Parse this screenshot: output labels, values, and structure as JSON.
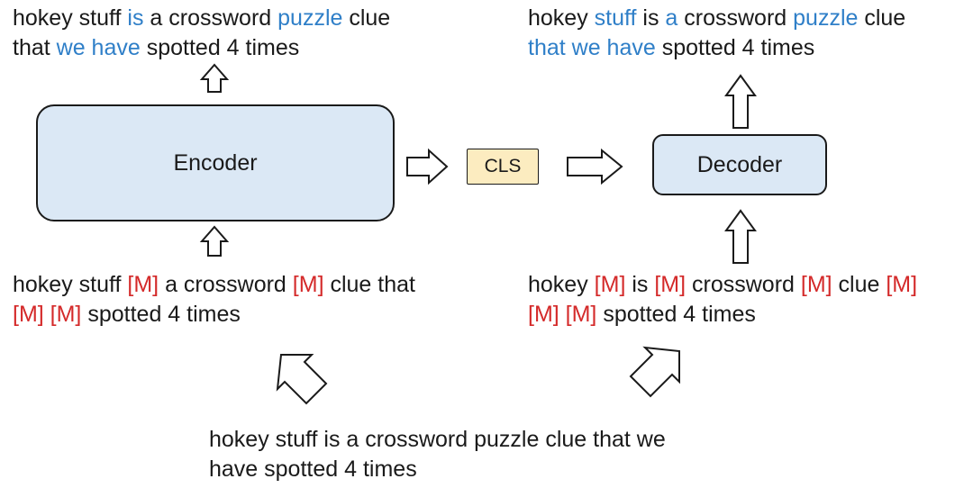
{
  "encoder": {
    "label": "Encoder"
  },
  "decoder": {
    "label": "Decoder"
  },
  "cls": {
    "label": "CLS"
  },
  "encoder_output": {
    "lines": [
      [
        {
          "text": "hokey stuff ",
          "style": "plain"
        },
        {
          "text": "is",
          "style": "pred"
        },
        {
          "text": " a crossword ",
          "style": "plain"
        },
        {
          "text": "puzzle",
          "style": "pred"
        },
        {
          "text": " clue",
          "style": "plain"
        }
      ],
      [
        {
          "text": "that ",
          "style": "plain"
        },
        {
          "text": "we have",
          "style": "pred"
        },
        {
          "text": " spotted 4 times",
          "style": "plain"
        }
      ]
    ]
  },
  "decoder_output": {
    "lines": [
      [
        {
          "text": "hokey ",
          "style": "plain"
        },
        {
          "text": "stuff",
          "style": "pred"
        },
        {
          "text": " is ",
          "style": "plain"
        },
        {
          "text": "a",
          "style": "pred"
        },
        {
          "text": " crossword ",
          "style": "plain"
        },
        {
          "text": "puzzle",
          "style": "pred"
        },
        {
          "text": " clue",
          "style": "plain"
        }
      ],
      [
        {
          "text": "that we have",
          "style": "pred"
        },
        {
          "text": " spotted 4 times",
          "style": "plain"
        }
      ]
    ]
  },
  "encoder_input": {
    "lines": [
      [
        {
          "text": "hokey stuff ",
          "style": "plain"
        },
        {
          "text": "[M]",
          "style": "mask"
        },
        {
          "text": " a crossword ",
          "style": "plain"
        },
        {
          "text": "[M]",
          "style": "mask"
        },
        {
          "text": " clue that",
          "style": "plain"
        }
      ],
      [
        {
          "text": "[M] [M]",
          "style": "mask"
        },
        {
          "text": " spotted 4 times",
          "style": "plain"
        }
      ]
    ]
  },
  "decoder_input": {
    "lines": [
      [
        {
          "text": "hokey ",
          "style": "plain"
        },
        {
          "text": "[M]",
          "style": "mask"
        },
        {
          "text": " is ",
          "style": "plain"
        },
        {
          "text": "[M]",
          "style": "mask"
        },
        {
          "text": " crossword ",
          "style": "plain"
        },
        {
          "text": "[M]",
          "style": "mask"
        },
        {
          "text": " clue ",
          "style": "plain"
        },
        {
          "text": "[M]",
          "style": "mask"
        }
      ],
      [
        {
          "text": "[M] [M]",
          "style": "mask"
        },
        {
          "text": " spotted 4 times",
          "style": "plain"
        }
      ]
    ]
  },
  "source_text": {
    "lines": [
      [
        {
          "text": "hokey stuff is a crossword puzzle clue that we",
          "style": "plain"
        }
      ],
      [
        {
          "text": "have spotted 4 times",
          "style": "plain"
        }
      ]
    ]
  },
  "colors": {
    "predicted_token": "#2f7fc8",
    "masked_token": "#d42a2a",
    "encoder_fill": "#dbe8f5",
    "decoder_fill": "#dbe8f5",
    "cls_fill": "#fcecc0"
  }
}
